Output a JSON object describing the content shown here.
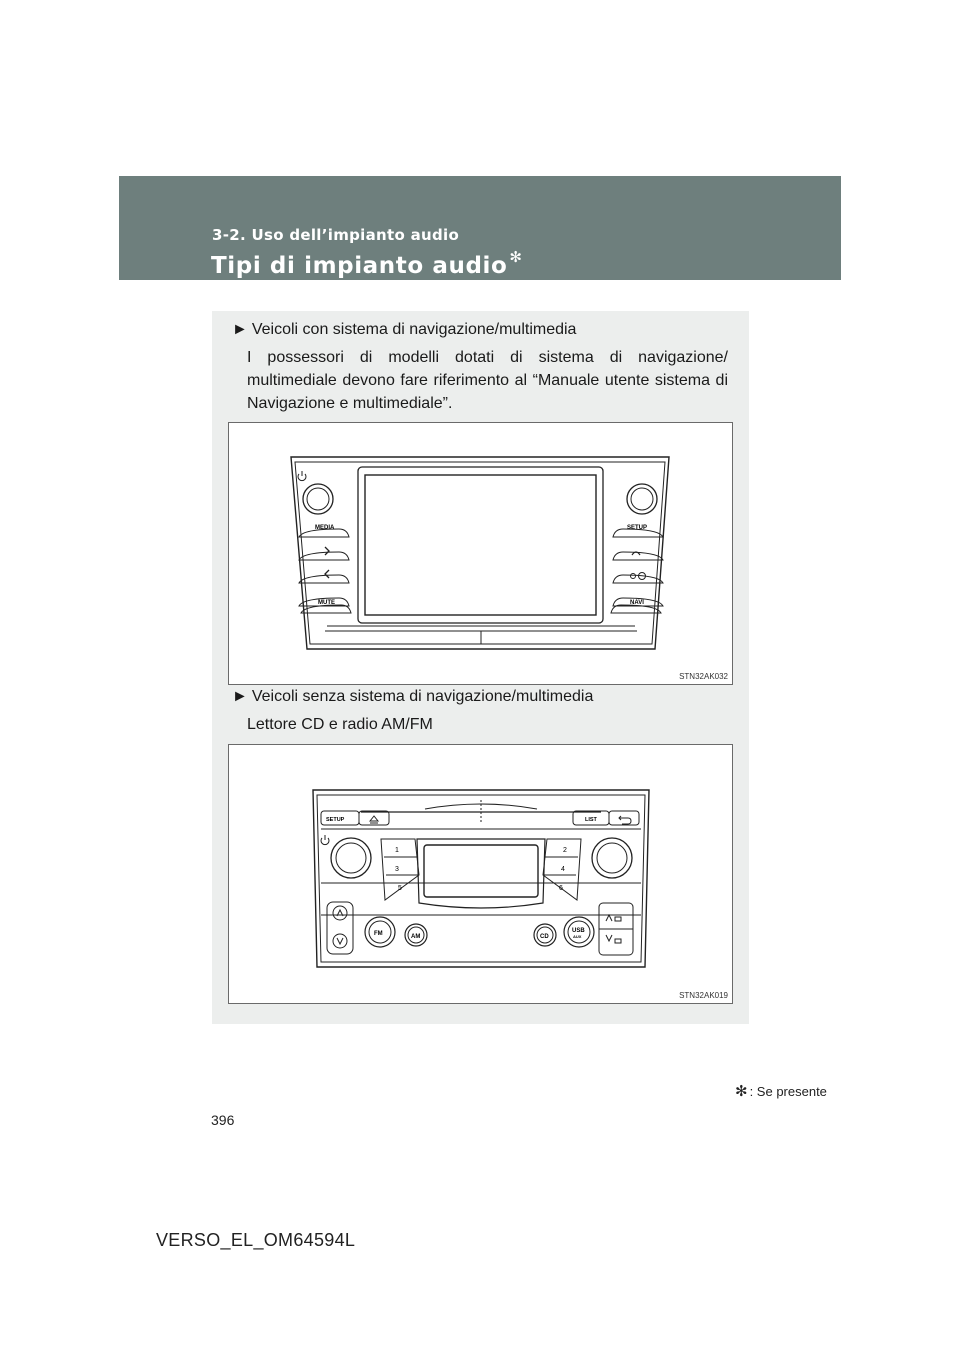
{
  "header": {
    "section": "3-2. Uso dell’impianto audio",
    "title": "Tipi di impianto audio",
    "title_marker": "✻"
  },
  "content": {
    "nav_heading": "Veicoli con sistema di navigazione/multimedia",
    "nav_text": "I possessori di modelli dotati di sistema di navigazione/ multimediale devono fare riferimento al “Manuale utente sistema di Navigazione e multimediale”.",
    "figure1_code": "STN32AK032",
    "figure1_buttons": {
      "media": "MEDIA",
      "mute": "MUTE",
      "setup": "SETUP",
      "navi": "NAVI"
    },
    "nonav_heading": "Veicoli senza sistema di navigazione/multimedia",
    "nonav_text": "Lettore CD e radio AM/FM",
    "figure2_code": "STN32AK019",
    "figure2_buttons": {
      "setup": "SETUP",
      "list": "LIST",
      "fm": "FM",
      "am": "AM",
      "cd": "CD",
      "usb": "USB",
      "aux": "AUX",
      "presets": [
        "1",
        "2",
        "3",
        "4",
        "5",
        "6"
      ]
    }
  },
  "footer": {
    "footnote_marker": "✻",
    "footnote": ": Se presente",
    "page_number": "396",
    "doc_id": "VERSO_EL_OM64594L"
  }
}
